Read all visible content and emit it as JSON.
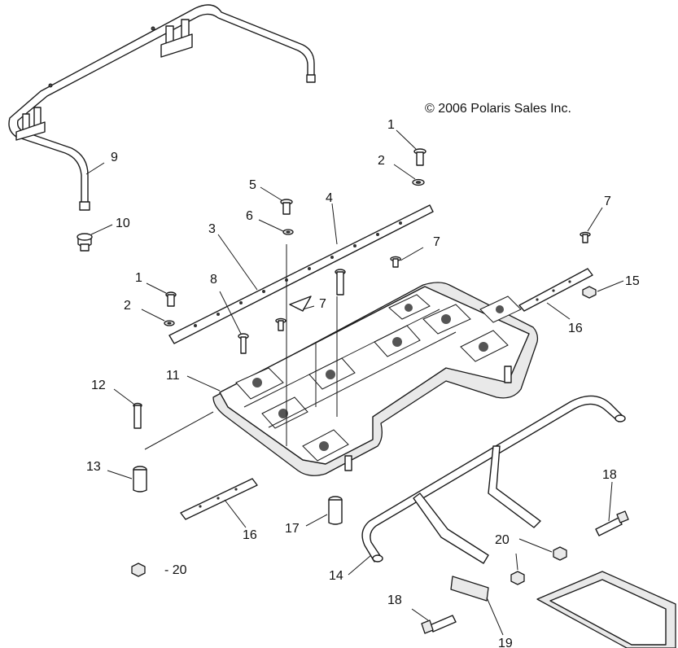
{
  "copyright": "© 2006 Polaris Sales Inc.",
  "callouts": {
    "c1a": "1",
    "c2a": "2",
    "c5": "5",
    "c6": "6",
    "c4": "4",
    "c3": "3",
    "c7a": "7",
    "c7b": "7",
    "c7c": "7",
    "c1b": "1",
    "c2b": "2",
    "c8": "8",
    "c9": "9",
    "c10": "10",
    "c11": "11",
    "c12": "12",
    "c13": "13",
    "c15": "15",
    "c16a": "16",
    "c16b": "16",
    "c17": "17",
    "c14": "14",
    "c18a": "18",
    "c18b": "18",
    "c19": "19",
    "c20a": "20",
    "c20b": "- 20"
  }
}
